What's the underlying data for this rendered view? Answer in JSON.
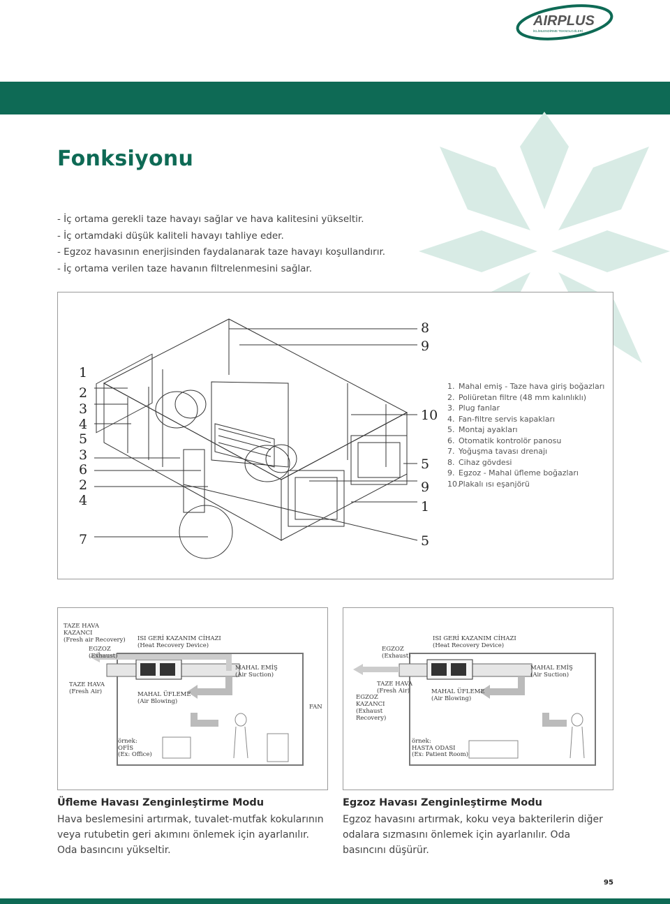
{
  "brand": {
    "name": "AIRPLUS",
    "tagline": "İKLİMLENDİRME TEKNOLOJİLERİ"
  },
  "page": {
    "title": "Fonksiyonu",
    "number": "95"
  },
  "bullets": [
    "İç ortama gerekli taze havayı sağlar ve hava kalitesini yükseltir.",
    "İç ortamdaki düşük kaliteli havayı tahliye eder.",
    "Egzoz havasının enerjisinden faydalanarak taze havayı koşullandırır.",
    "İç ortama verilen taze havanın filtrelenmesini sağlar."
  ],
  "diagram": {
    "left_numbers": [
      "1",
      "2",
      "3",
      "4",
      "5",
      "3",
      "6",
      "2",
      "4",
      "7"
    ],
    "right_numbers": [
      "8",
      "9",
      "10",
      "5",
      "9",
      "1",
      "5"
    ],
    "legend": [
      {
        "n": "1.",
        "text": "Mahal emiş - Taze hava giriş boğazları"
      },
      {
        "n": "2.",
        "text": "Poliüretan filtre (48 mm kalınlıklı)"
      },
      {
        "n": "3.",
        "text": "Plug fanlar"
      },
      {
        "n": "4.",
        "text": "Fan-filtre servis kapakları"
      },
      {
        "n": "5.",
        "text": "Montaj ayakları"
      },
      {
        "n": "6.",
        "text": "Otomatik kontrolör panosu"
      },
      {
        "n": "7.",
        "text": "Yoğuşma tavası drenajı"
      },
      {
        "n": "8.",
        "text": "Cihaz gövdesi"
      },
      {
        "n": "9.",
        "text": "Egzoz - Mahal üfleme boğazları"
      },
      {
        "n": "10.",
        "text": "Plakalı ısı eşanjörü"
      }
    ]
  },
  "mode_left": {
    "labels": {
      "fresh_recovery_1": "TAZE HAVA",
      "fresh_recovery_2": "KAZANCI",
      "fresh_recovery_3": "(Fresh air Recovery)",
      "exhaust_1": "EGZOZ",
      "exhaust_2": "(Exhaust)",
      "device_1": "ISI GERİ KAZANIM CİHAZI",
      "device_2": "(Heat Recovery Device)",
      "suction_1": "MAHAL EMİŞ",
      "suction_2": "(Air Suction)",
      "fresh_1": "TAZE HAVA",
      "fresh_2": "(Fresh Air)",
      "blowing_1": "MAHAL ÜFLEME",
      "blowing_2": "(Air Blowing)",
      "fan": "FAN",
      "example_1": "örnek:",
      "example_2": "OFİS",
      "example_3": "(Ex: Office)"
    },
    "title": "Üfleme Havası Zenginleştirme Modu",
    "text": "Hava beslemesini artırmak, tuvalet-mutfak kokularının veya rutubetin geri akımını önlemek için ayarlanılır. Oda basıncını yükseltir."
  },
  "mode_right": {
    "labels": {
      "exhaust_1": "EGZOZ",
      "exhaust_2": "(Exhaust)",
      "device_1": "ISI GERİ KAZANIM CİHAZI",
      "device_2": "(Heat Recovery Device)",
      "fresh_1": "TAZE HAVA",
      "fresh_2": "(Fresh Air)",
      "suction_1": "MAHAL EMİŞ",
      "suction_2": "(Air Suction)",
      "exrec_1": "EGZOZ",
      "exrec_2": "KAZANCI",
      "exrec_3": "(Exhaust",
      "exrec_4": "Recovery)",
      "blowing_1": "MAHAL ÜFLEME",
      "blowing_2": "(Air Blowing)",
      "example_1": "örnek:",
      "example_2": "HASTA ODASI",
      "example_3": "(Ex: Patient Room)"
    },
    "title": "Egzoz Havası Zenginleştirme Modu",
    "text": "Egzoz havasını artırmak, koku veya bakterilerin diğer odalara sızmasını önlemek için ayarlanılır. Oda basıncını düşürür."
  }
}
